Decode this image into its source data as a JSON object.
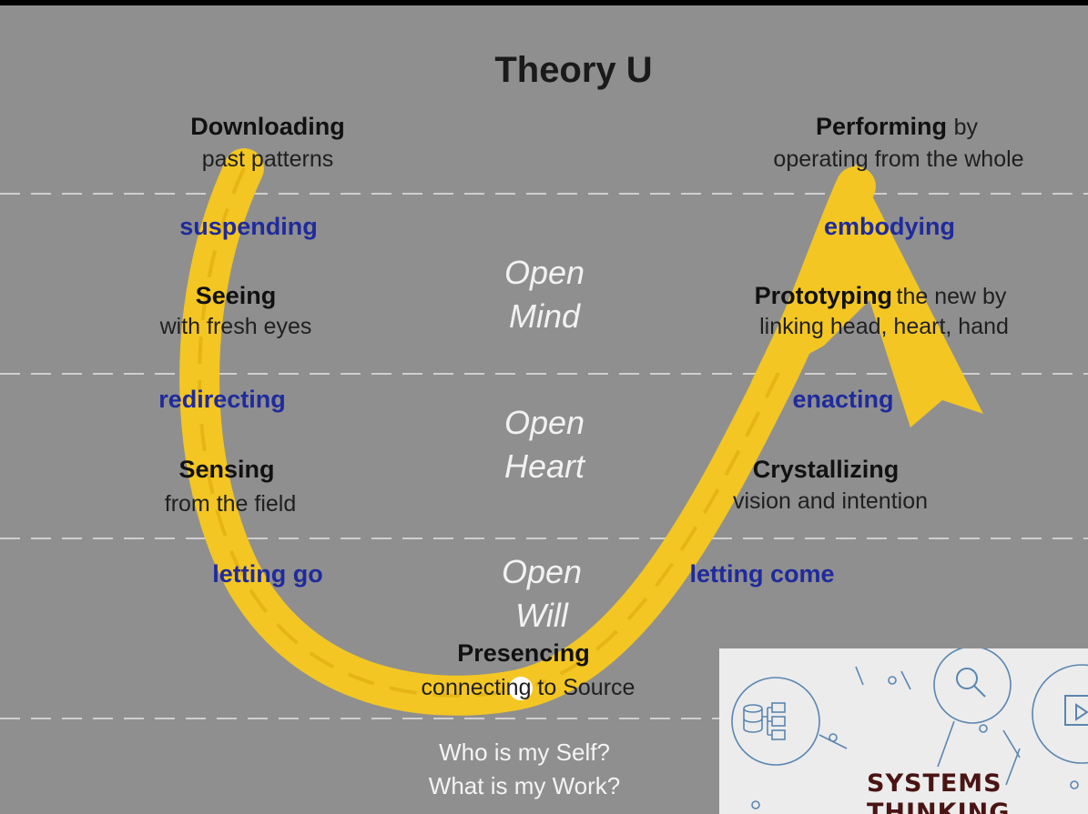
{
  "title": "Theory U",
  "left": {
    "downloading": "Downloading",
    "downloading_sub": "past patterns",
    "suspending": "suspending",
    "seeing": "Seeing",
    "seeing_sub": "with fresh eyes",
    "redirecting": "redirecting",
    "sensing": "Sensing",
    "sensing_sub": "from the field",
    "letting_go": "letting go"
  },
  "right": {
    "performing": "Performing",
    "performing_by": "by",
    "performing_sub": "operating from the whole",
    "embodying": "embodying",
    "prototyping": "Prototyping",
    "prototyping_rest": "the new by",
    "prototyping_sub": "linking head, heart, hand",
    "enacting": "enacting",
    "crystallizing": "Crystallizing",
    "crystallizing_sub": "vision and intention",
    "letting_come": "letting come"
  },
  "center": {
    "open_mind_1": "Open",
    "open_mind_2": "Mind",
    "open_heart_1": "Open",
    "open_heart_2": "Heart",
    "open_will_1": "Open",
    "open_will_2": "Will",
    "presencing": "Presencing",
    "presencing_sub": "connecting to Source",
    "question_1": "Who is my Self?",
    "question_2": "What is my Work?"
  },
  "brand": {
    "line1": "SYSTEMS",
    "line2": "THINKING"
  },
  "colors": {
    "background": "#8f8f8f",
    "arrow": "#f3c623",
    "stage_label": "#1f2a9c",
    "brand_text": "#4a1414"
  }
}
